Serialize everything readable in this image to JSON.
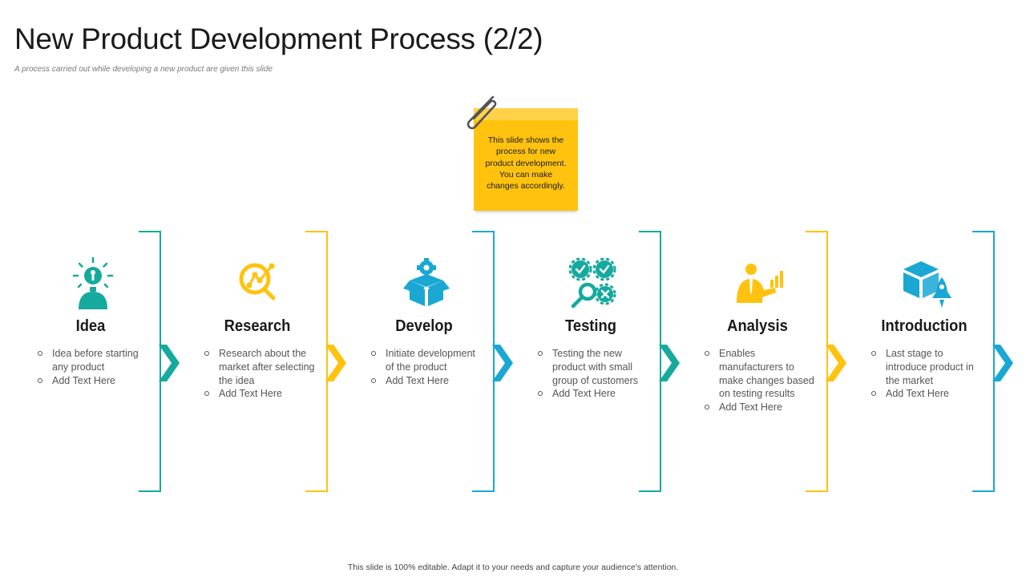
{
  "title": "New Product Development Process (2/2)",
  "subtitle": "A process carried out while developing a new product are given this slide",
  "note": "This slide shows the process for new product development. You can make changes accordingly.",
  "colors": {
    "teal": "#16A99E",
    "yellow": "#FFC20E",
    "blue": "#1AA7D4"
  },
  "stages": [
    {
      "title": "Idea",
      "icon": "lightbulb-person-icon",
      "color": "#16A99E",
      "bullets": [
        "Idea before starting any product",
        "Add Text Here"
      ]
    },
    {
      "title": "Research",
      "icon": "magnifier-chart-icon",
      "color": "#FFC20E",
      "bullets": [
        "Research about the market after selecting the idea",
        "Add Text Here"
      ]
    },
    {
      "title": "Develop",
      "icon": "box-gear-icon",
      "color": "#1AA7D4",
      "bullets": [
        "Initiate development of the product",
        "Add Text Here"
      ]
    },
    {
      "title": "Testing",
      "icon": "gears-check-icon",
      "color": "#16A99E",
      "bullets": [
        "Testing the new product with small group of customers",
        "Add Text Here"
      ]
    },
    {
      "title": "Analysis",
      "icon": "businessman-chart-icon",
      "color": "#FFC20E",
      "bullets": [
        "Enables manufacturers to make changes based on testing results",
        "Add Text Here"
      ]
    },
    {
      "title": "Introduction",
      "icon": "box-rocket-icon",
      "color": "#1AA7D4",
      "bullets": [
        "Last stage to introduce product in the market",
        "Add Text Here"
      ]
    }
  ],
  "footer": "This slide is 100% editable. Adapt it to your needs and capture your audience's attention."
}
